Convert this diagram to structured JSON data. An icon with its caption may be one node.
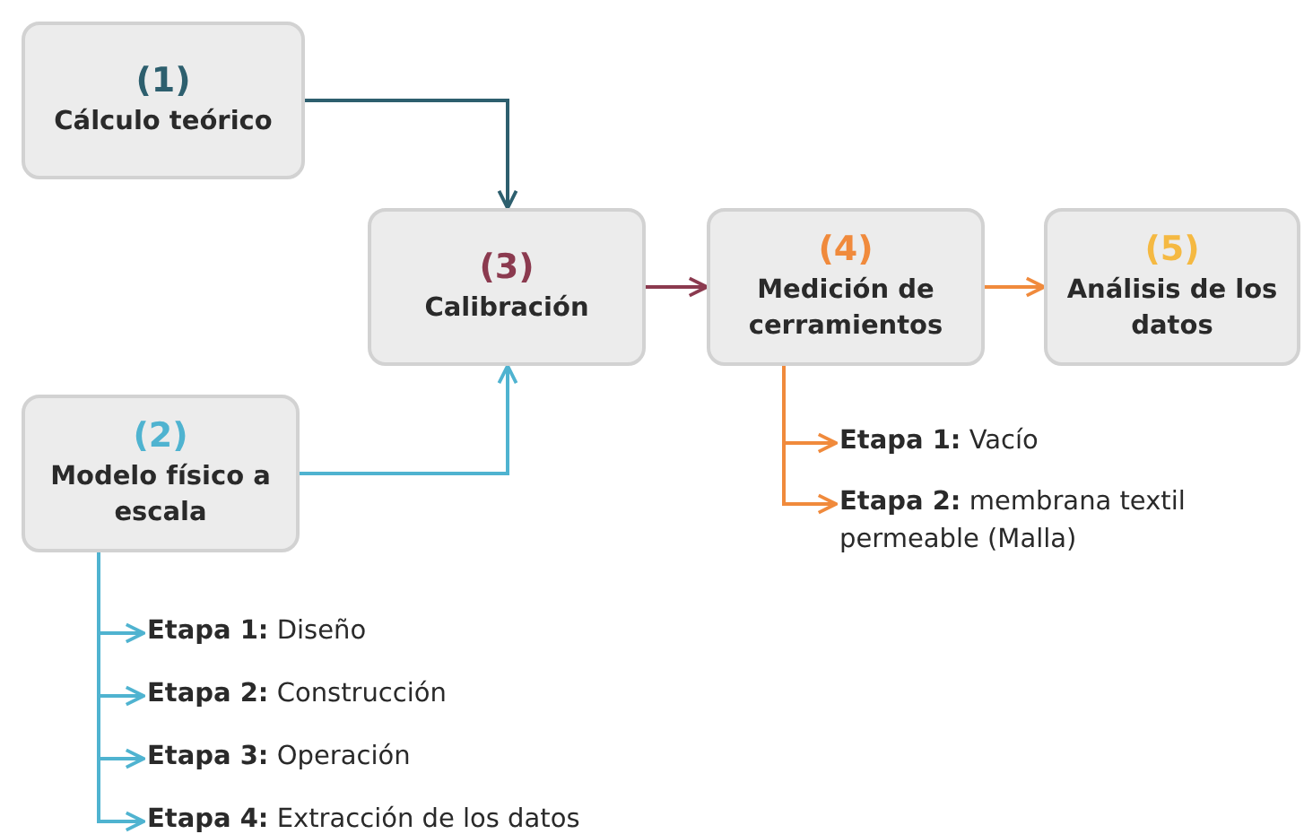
{
  "diagram": {
    "nodes": [
      {
        "text": [
          "(1)",
          "Cálculo teórico"
        ]
      },
      {
        "text": [
          "(3)",
          "Calibración"
        ]
      },
      {
        "text": [
          "(4)",
          "Medición de cerramientos"
        ]
      },
      {
        "text": [
          "(5)",
          "Análisis de los datos"
        ]
      },
      {
        "text": [
          "(2)",
          "Modelo físico a escala"
        ]
      },
      {
        "text": [
          "**Etapa 1:** Vacío"
        ]
      },
      {
        "text": [
          "**Etapa 2:** membrana textil permeable (Malla)"
        ]
      },
      {
        "text": [
          "**Etapa 1:** Diseño"
        ]
      },
      {
        "text": [
          "**Etapa 2:** Construcción"
        ]
      },
      {
        "text": [
          "**Etapa 3:** Operación"
        ]
      },
      {
        "text": [
          "**Etapa 4:** Extracción de los datos"
        ]
      }
    ],
    "edges": [
      {
        "from": 0,
        "to": 1,
        "arrow": "to",
        "color": "#2d5f6e"
      },
      {
        "from": 4,
        "to": 1,
        "arrow": "to"
      },
      {
        "from": 1,
        "to": 2,
        "arrow": "to",
        "color": "#8b3a4f"
      },
      {
        "from": 2,
        "to": 3,
        "arrow": "to",
        "color": "#f08a3c"
      },
      {
        "from": 2,
        "to": 5,
        "arrow": "to",
        "color": "#f08a3c"
      },
      {
        "from": 2,
        "to": 6,
        "arrow": "to",
        "color": "#f08a3c"
      },
      {
        "from": 4,
        "to": 7,
        "arrow": "to"
      },
      {
        "from": 4,
        "to": 8,
        "arrow": "to"
      },
      {
        "from": 4,
        "to": 9,
        "arrow": "to"
      },
      {
        "from": 4,
        "to": 10,
        "arrow": "to"
      }
    ]
  }
}
